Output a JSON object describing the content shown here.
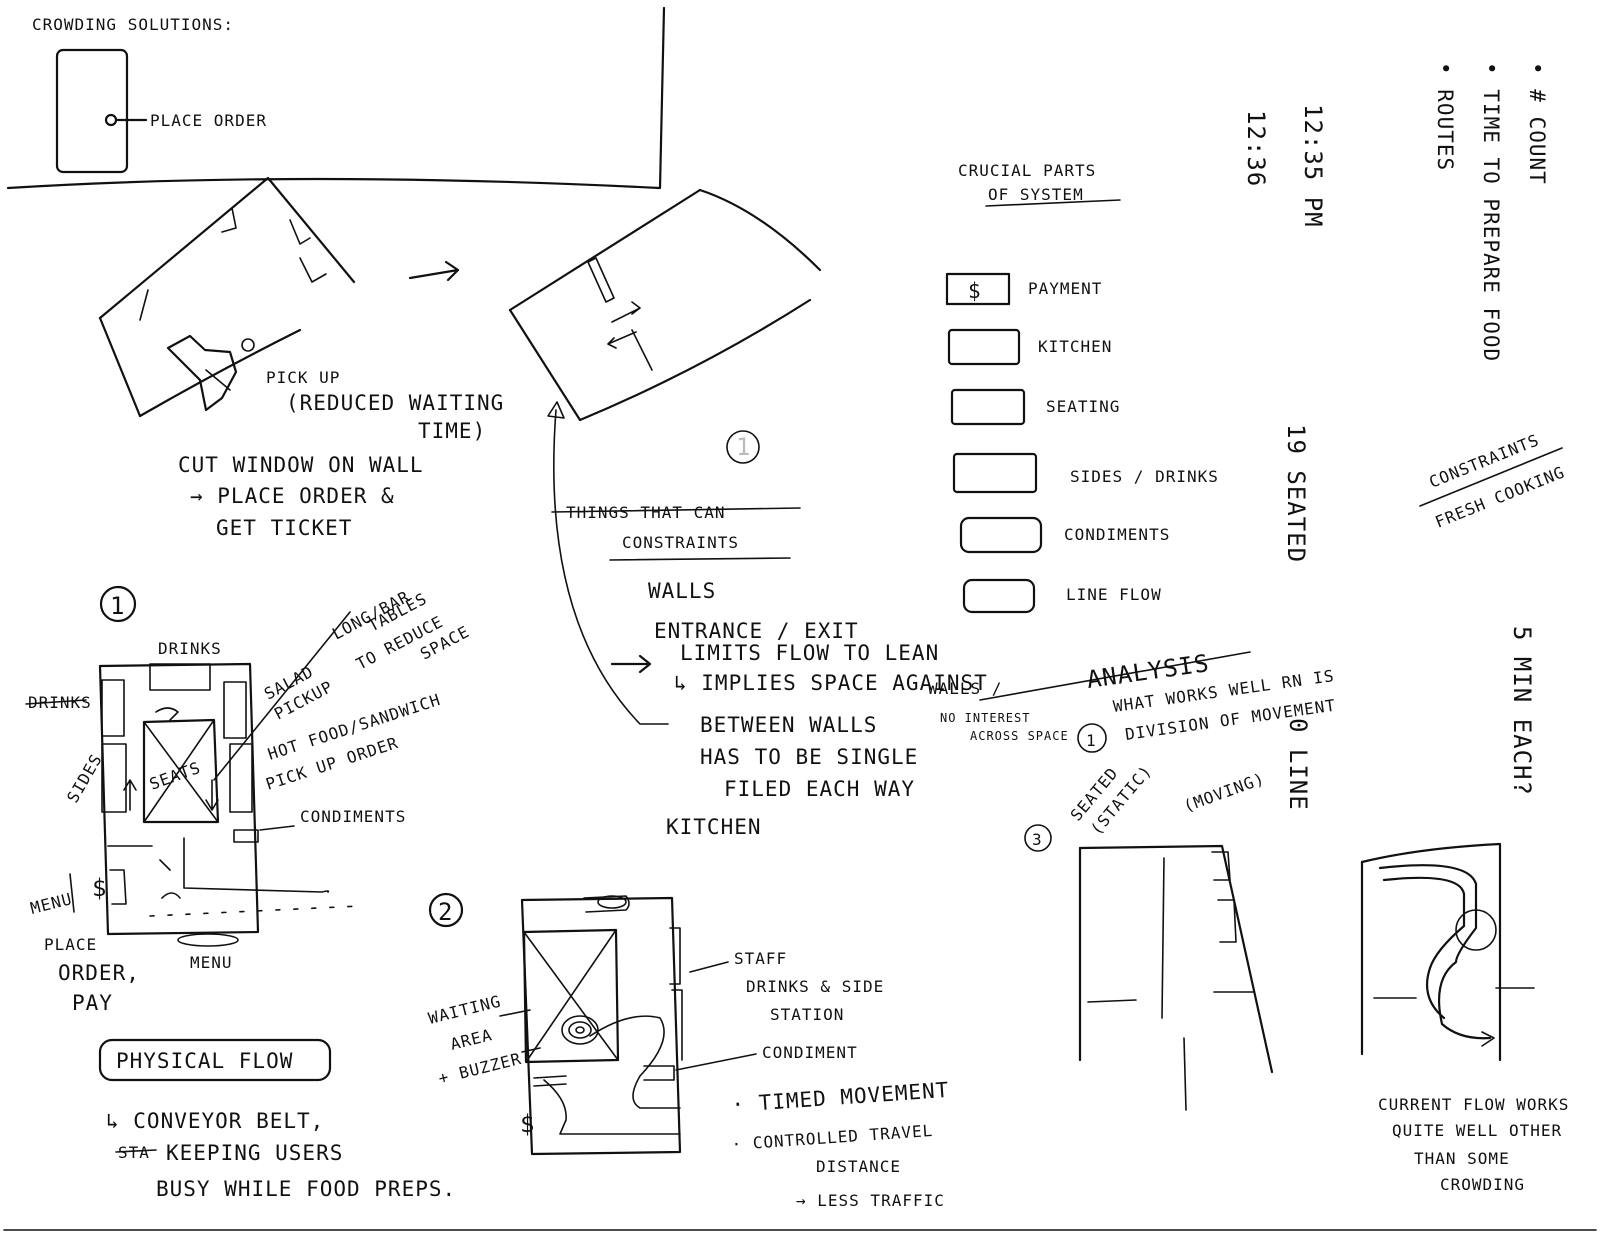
{
  "header": {
    "crowding_solutions": "CROWDING SOLUTIONS:",
    "place_order_top": "PLACE ORDER"
  },
  "pickup_notes": {
    "line1": "PICK UP",
    "line2": "(REDUCED WAITING",
    "line3": "TIME)",
    "cut1": "CUT WINDOW ON WALL",
    "cut2": "→ PLACE ORDER &",
    "cut3": "GET TICKET"
  },
  "crucial_parts": {
    "title1": "CRUCIAL PARTS",
    "title2": "OF SYSTEM",
    "dollar": "$",
    "items": [
      "PAYMENT",
      "KITCHEN",
      "SEATING",
      "SIDES / DRINKS",
      "CONDIMENTS",
      "LINE FLOW"
    ]
  },
  "times": {
    "t1": "12:35 PM",
    "t2": "12:36"
  },
  "metrics": {
    "items": [
      "• # COUNT",
      "• TIME TO PREPARE FOOD",
      "• ROUTES"
    ]
  },
  "side_notes": {
    "seated": "19 SEATED",
    "line": "0 LINE",
    "five_min": "5 MIN EACH?",
    "constraints": "CONSTRAINTS",
    "fresh_cooking": "FRESH COOKING"
  },
  "constraints_block": {
    "struck": "THINGS THAT CAN",
    "title": "CONSTRAINTS",
    "walls": "WALLS",
    "entrance": "ENTRANCE / EXIT",
    "limits": "LIMITS FLOW TO LEAN",
    "implies": "↳ IMPLIES SPACE AGAINST",
    "walls2": "WALLS /",
    "between": "BETWEEN WALLS",
    "no_interest": "NO INTEREST",
    "across": "ACROSS SPACE",
    "single": "HAS TO BE SINGLE",
    "filed": "FILED EACH WAY",
    "kitchen": "KITCHEN",
    "circle_one": "1"
  },
  "analysis": {
    "title": "ANALYSIS",
    "num": "1",
    "q1": "WHAT WORKS WELL RN IS",
    "q2": "DIVISION OF MOVEMENT",
    "num3": "3",
    "seated": "SEATED",
    "static": "(STATIC)",
    "moving": "(MOVING)",
    "current1": "CURRENT FLOW WORKS",
    "current2": "QUITE WELL OTHER",
    "current3": "THAN SOME",
    "current4": "CROWDING"
  },
  "plan1": {
    "num": "1",
    "drinks": "DRINKS",
    "drinks_struck": "DRINKS",
    "long_bar1": "LONG/BAR",
    "long_bar2": "TABLES",
    "long_bar3": "TO REDUCE",
    "long_bar4": "SPACE",
    "salad1": "SALAD",
    "salad2": "PICKUP",
    "hot1": "HOT FOOD/SANDWICH",
    "hot2": "PICK UP ORDER",
    "seats": "SEATS",
    "sides": "SIDES",
    "condiments": "CONDIMENTS",
    "menu_left": "MENU",
    "dollar": "$",
    "place1": "PLACE",
    "place2": "ORDER,",
    "place3": "PAY",
    "menu_bottom": "MENU"
  },
  "physical_flow": {
    "title": "PHYSICAL FLOW",
    "b1": "↳ CONVEYOR BELT,",
    "b2": "KEEPING USERS",
    "b2_struck": "STA",
    "b3": "BUSY WHILE FOOD PREPS."
  },
  "plan2": {
    "num": "2",
    "waiting1": "WAITING",
    "waiting2": "AREA",
    "waiting3": "+ BUZZER",
    "staff1": "STAFF",
    "staff2": "DRINKS & SIDE",
    "staff3": "STATION",
    "condiment": "CONDIMENT",
    "dollar": "$",
    "timed": "· TIMED MOVEMENT",
    "controlled": "· CONTROLLED TRAVEL",
    "distance": "DISTANCE",
    "less": "→ LESS TRAFFIC"
  }
}
